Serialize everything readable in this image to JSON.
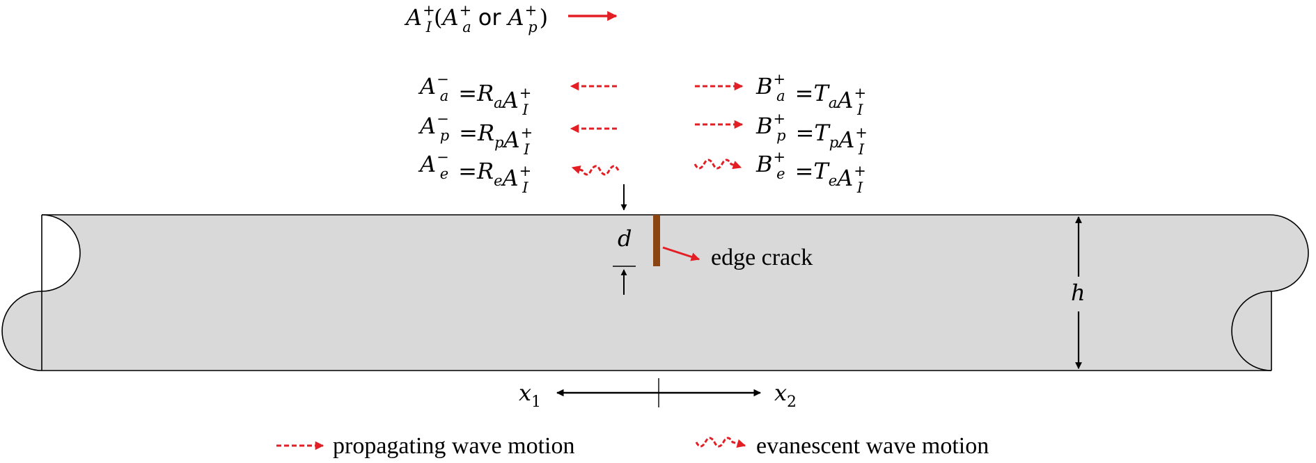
{
  "figure": {
    "incident": {
      "lead": {
        "base": "A",
        "sup": "+",
        "sub": "I"
      },
      "open_paren": "(",
      "alt1": {
        "base": "A",
        "sup": "+",
        "sub": "a"
      },
      "or_word": "or",
      "alt2": {
        "base": "A",
        "sup": "+",
        "sub": "p"
      },
      "close_paren": ")"
    },
    "reflected": [
      {
        "lhs": {
          "base": "A",
          "sup": "−",
          "sub": "a"
        },
        "eq": "=",
        "coef": {
          "base": "R",
          "sub": "a"
        },
        "amp": {
          "base": "A",
          "sup": "+",
          "sub": "I"
        }
      },
      {
        "lhs": {
          "base": "A",
          "sup": "−",
          "sub": "p"
        },
        "eq": "=",
        "coef": {
          "base": "R",
          "sub": "p"
        },
        "amp": {
          "base": "A",
          "sup": "+",
          "sub": "I"
        }
      },
      {
        "lhs": {
          "base": "A",
          "sup": "−",
          "sub": "e"
        },
        "eq": "=",
        "coef": {
          "base": "R",
          "sub": "e"
        },
        "amp": {
          "base": "A",
          "sup": "+",
          "sub": "I"
        }
      }
    ],
    "transmitted": [
      {
        "lhs": {
          "base": "B",
          "sup": "+",
          "sub": "a"
        },
        "eq": "=",
        "coef": {
          "base": "T",
          "sub": "a"
        },
        "amp": {
          "base": "A",
          "sup": "+",
          "sub": "I"
        }
      },
      {
        "lhs": {
          "base": "B",
          "sup": "+",
          "sub": "p"
        },
        "eq": "=",
        "coef": {
          "base": "T",
          "sub": "p"
        },
        "amp": {
          "base": "A",
          "sup": "+",
          "sub": "I"
        }
      },
      {
        "lhs": {
          "base": "B",
          "sup": "+",
          "sub": "e"
        },
        "eq": "=",
        "coef": {
          "base": "T",
          "sub": "e"
        },
        "amp": {
          "base": "A",
          "sup": "+",
          "sub": "I"
        }
      }
    ],
    "crack_depth_label": "d",
    "crack_label": "edge crack",
    "thickness_label": "h",
    "axis": {
      "left": {
        "base": "x",
        "sub": "1"
      },
      "right": {
        "base": "x",
        "sub": "2"
      }
    },
    "legend": {
      "propagating": "propagating wave motion",
      "evanescent": "evanescent wave motion"
    },
    "colors": {
      "wave_arrow": "#e31e24",
      "plate_fill": "#d9d9d9",
      "plate_edge": "#000000",
      "crack": "#8b4513"
    },
    "icons": {
      "propagating": "dashed-arrow-icon",
      "evanescent": "wavy-arrow-icon",
      "incident": "solid-arrow-icon"
    }
  }
}
